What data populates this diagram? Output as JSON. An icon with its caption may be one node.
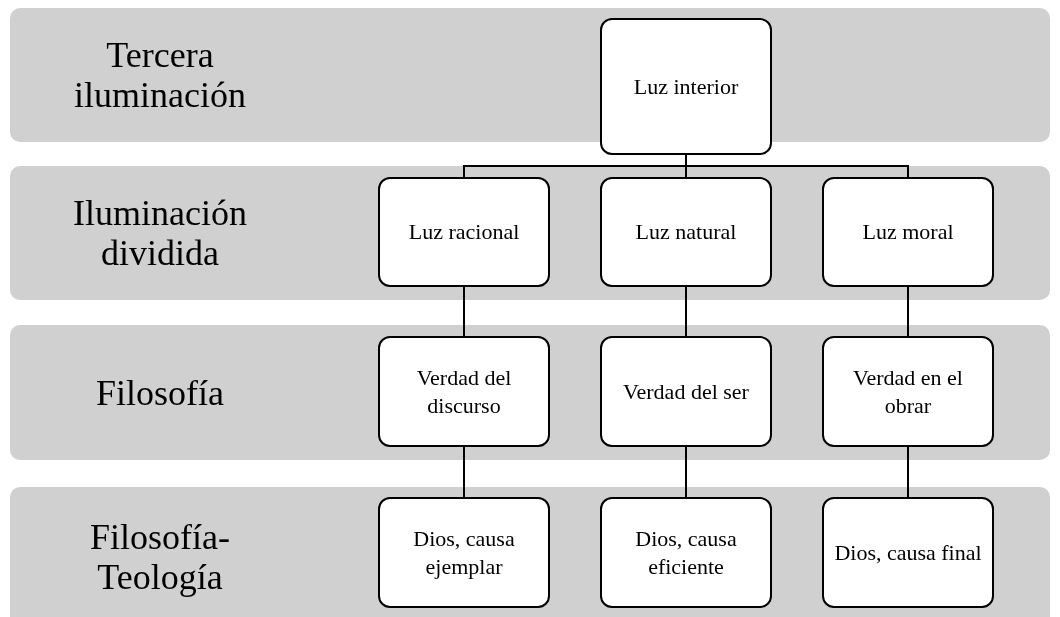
{
  "diagram": {
    "nodes": [
      {
        "text": [
          "Tercera iluminación"
        ]
      },
      {
        "text": [
          "Luz interior"
        ],
        "in": 0
      },
      {
        "text": [
          "Iluminación dividida"
        ]
      },
      {
        "text": [
          "Luz racional"
        ],
        "in": 2
      },
      {
        "text": [
          "Luz natural"
        ],
        "in": 2
      },
      {
        "text": [
          "Luz moral"
        ],
        "in": 2
      },
      {
        "text": [
          "Filosofía"
        ]
      },
      {
        "text": [
          "Verdad del discurso"
        ],
        "in": 6
      },
      {
        "text": [
          "Verdad del ser"
        ],
        "in": 6
      },
      {
        "text": [
          "Verdad en el obrar"
        ],
        "in": 6
      },
      {
        "text": [
          "Filosofía-Teología"
        ]
      },
      {
        "text": [
          "Dios, causa ejemplar"
        ],
        "in": 10
      },
      {
        "text": [
          "Dios, causa eficiente"
        ],
        "in": 10
      },
      {
        "text": [
          "Dios, causa final"
        ],
        "in": 10
      }
    ],
    "edges": [
      {
        "from": 1,
        "to": 3,
        "arrow": "none"
      },
      {
        "from": 1,
        "to": 4,
        "arrow": "none"
      },
      {
        "from": 1,
        "to": 5,
        "arrow": "none"
      },
      {
        "from": 3,
        "to": 7,
        "arrow": "none"
      },
      {
        "from": 4,
        "to": 8,
        "arrow": "none"
      },
      {
        "from": 5,
        "to": 9,
        "arrow": "none"
      },
      {
        "from": 7,
        "to": 11,
        "arrow": "none"
      },
      {
        "from": 8,
        "to": 12,
        "arrow": "none"
      },
      {
        "from": 9,
        "to": 13,
        "arrow": "none"
      }
    ]
  }
}
